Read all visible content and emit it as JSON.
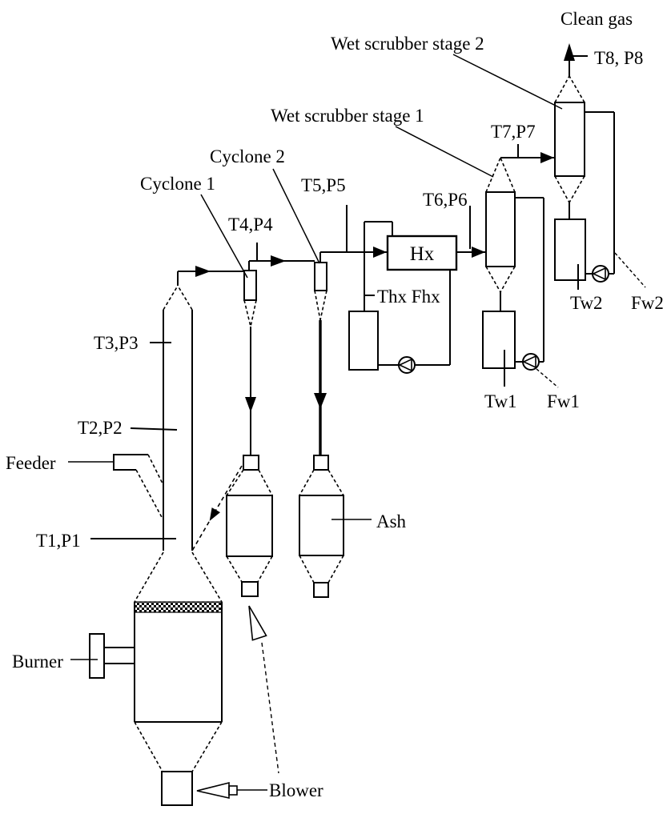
{
  "colors": {
    "line": "#000000",
    "background": "#ffffff"
  },
  "diagram": {
    "top": {
      "clean_gas": "Clean gas",
      "t8p8": "T8, P8"
    },
    "scrubbers": {
      "stage2_label": "Wet scrubber stage 2",
      "stage1_label": "Wet scrubber stage 1",
      "t7p7": "T7,P7",
      "t6p6": "T6,P6",
      "tw1": "Tw1",
      "fw1": "Fw1",
      "tw2": "Tw2",
      "fw2": "Fw2"
    },
    "heat_exchanger": {
      "hx": "Hx",
      "thx_fhx": "Thx Fhx"
    },
    "cyclones": {
      "cyclone1": "Cyclone 1",
      "cyclone2": "Cyclone 2",
      "t4p4": "T4,P4",
      "t5p5": "T5,P5"
    },
    "riser": {
      "t3p3": "T3,P3",
      "t2p2": "T2,P2",
      "t1p1": "T1,P1"
    },
    "reactor": {
      "feeder": "Feeder",
      "burner": "Burner",
      "blower": "Blower"
    },
    "ash_system": {
      "ash": "Ash"
    }
  }
}
